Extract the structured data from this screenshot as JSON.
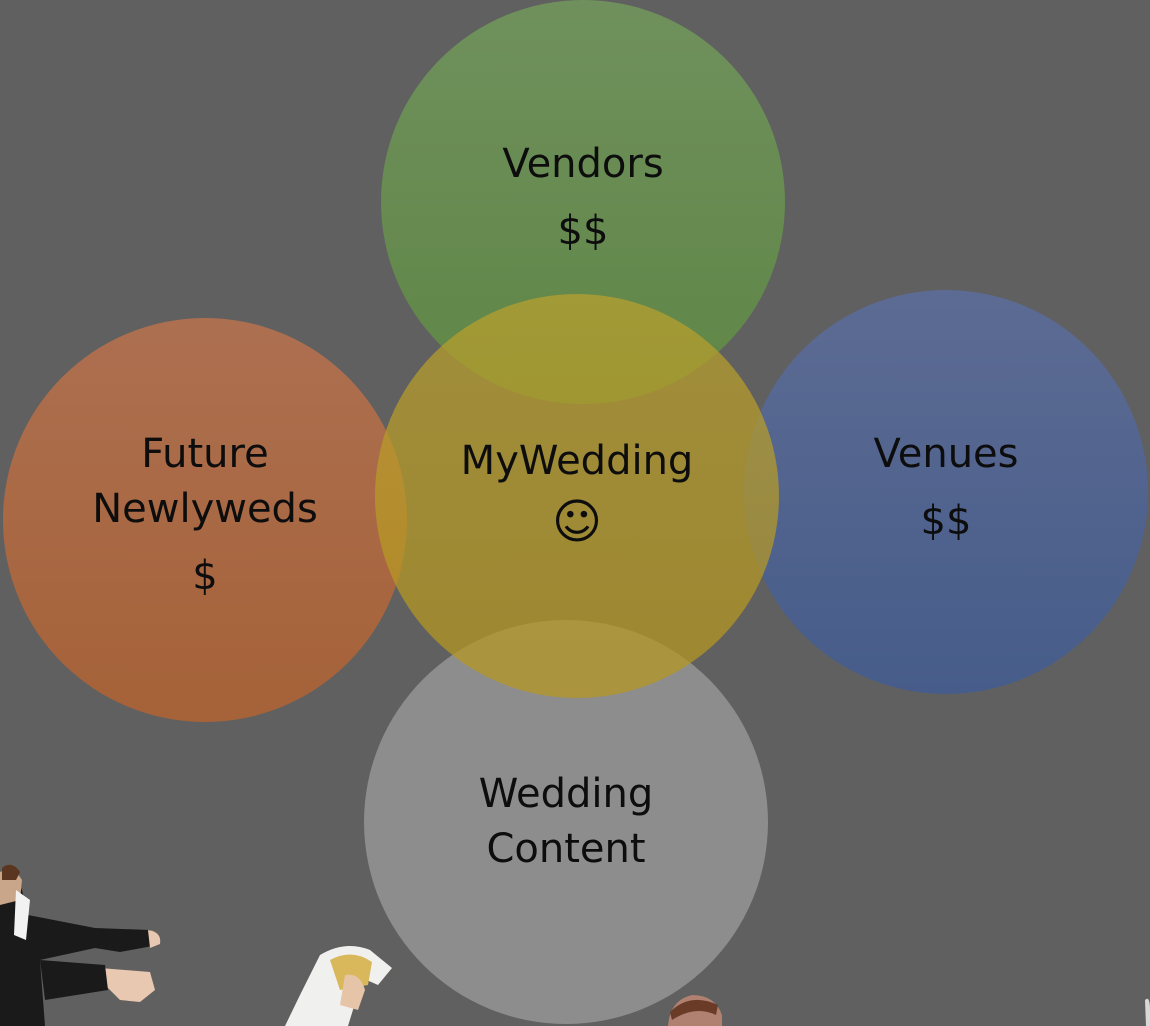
{
  "diagram": {
    "nodes": [
      {
        "id": "vendors",
        "label": "Vendors",
        "value": "$$",
        "color": "#64904F"
      },
      {
        "id": "newlyweds",
        "label_line1": "Future",
        "label_line2": "Newlyweds",
        "value": "$",
        "color": "#AA6A44"
      },
      {
        "id": "venues",
        "label": "Venues",
        "value": "$$",
        "color": "#4E648E"
      },
      {
        "id": "mywedding",
        "label": "MyWedding",
        "value": "☺",
        "color": "#B39A2C"
      },
      {
        "id": "content",
        "label_line1": "Wedding",
        "label_line2": "Content",
        "color": "#8E8E8E"
      }
    ]
  }
}
